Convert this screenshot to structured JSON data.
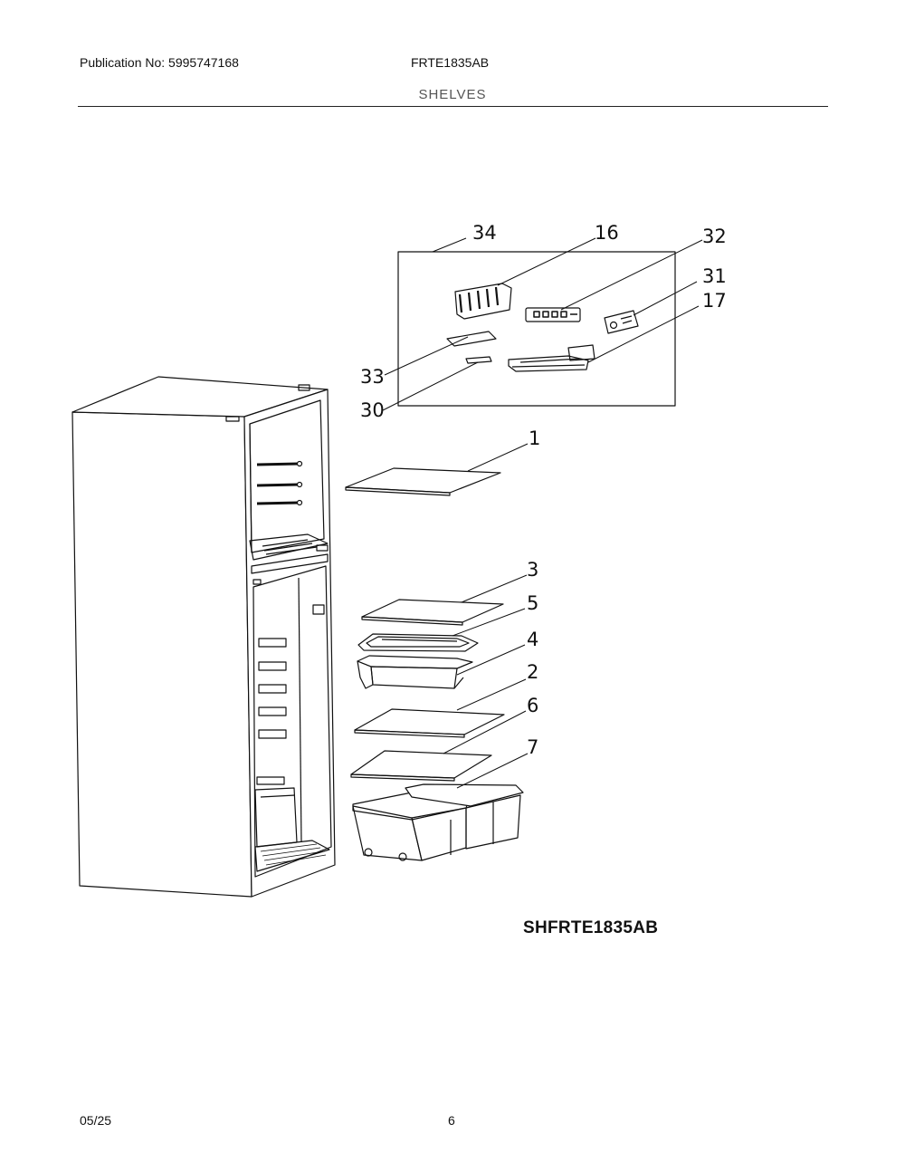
{
  "header": {
    "publication": "Publication No: 5995747168",
    "model": "FRTE1835AB",
    "section_title": "SHELVES"
  },
  "callouts": {
    "c34": "34",
    "c16": "16",
    "c32": "32",
    "c31": "31",
    "c17": "17",
    "c33": "33",
    "c30": "30",
    "c1": "1",
    "c3": "3",
    "c5": "5",
    "c4": "4",
    "c2": "2",
    "c6": "6",
    "c7": "7"
  },
  "diagram_id": "SHFRTE1835AB",
  "footer": {
    "date": "05/25",
    "page": "6"
  }
}
